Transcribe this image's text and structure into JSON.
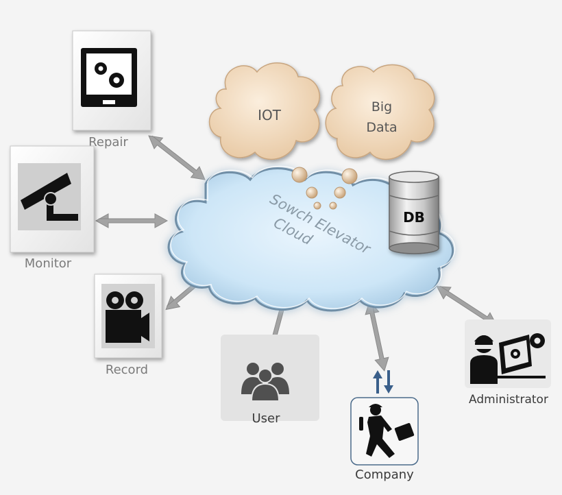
{
  "cloud": {
    "line1": "Sowch Elevator",
    "line2": "Cloud"
  },
  "bubbles": {
    "iot": "IOT",
    "bigdata_line1": "Big",
    "bigdata_line2": "Data"
  },
  "db": {
    "label": "DB"
  },
  "nodes": {
    "repair": "Repair",
    "monitor": "Monitor",
    "record": "Record",
    "user": "User",
    "company": "Company",
    "administrator": "Administrator"
  },
  "colors": {
    "background": "#f4f4f4",
    "cloud_fill": "#cde6f7",
    "thought_fill": "#f5dcc0",
    "arrow": "#9a9a9a",
    "icon": "#111111",
    "company_arrows": "#3a5f8a"
  }
}
